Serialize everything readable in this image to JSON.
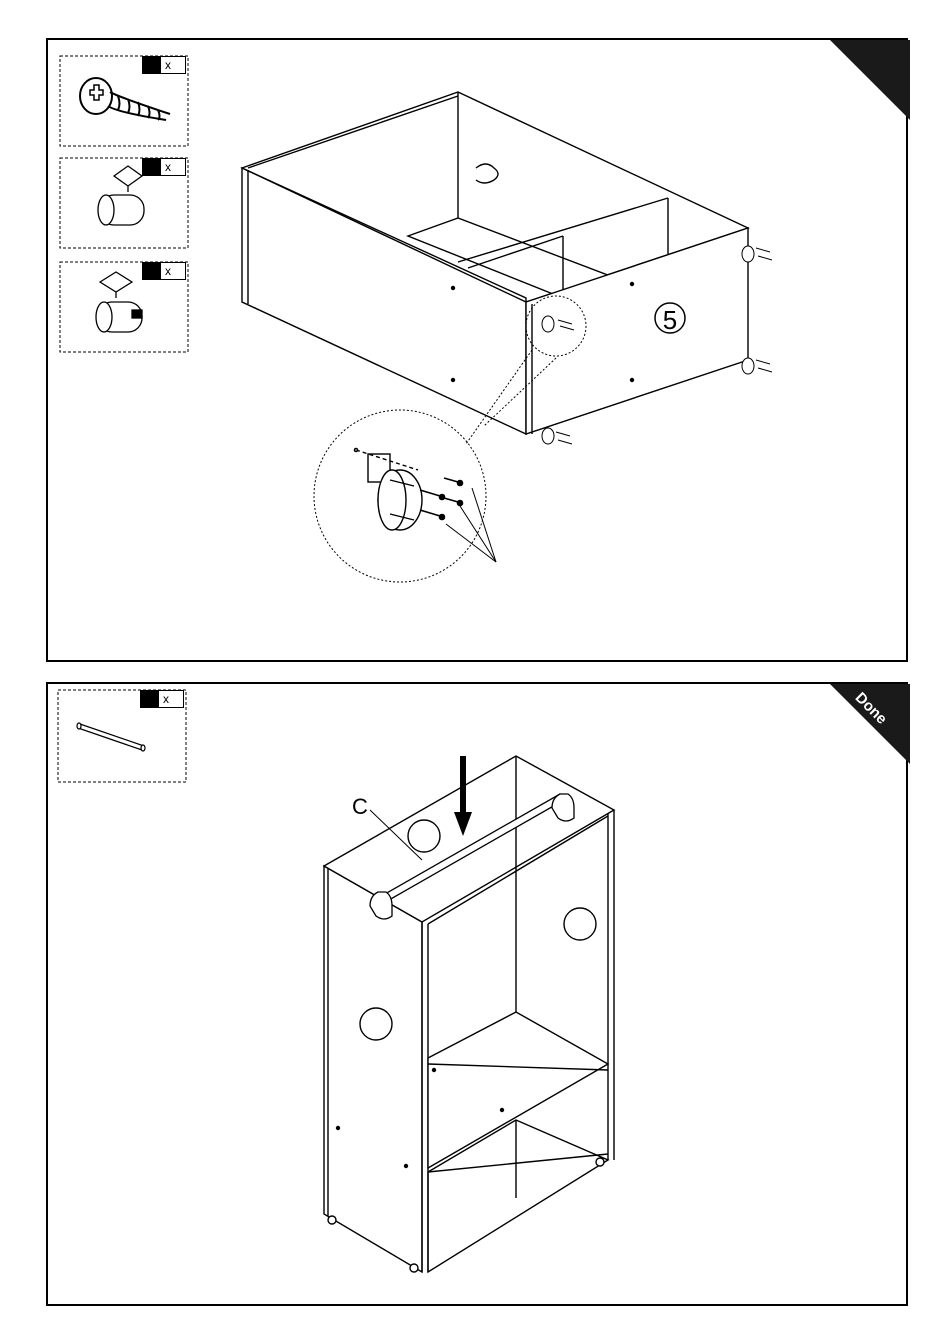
{
  "step1": {
    "parts": [
      {
        "name": "screw",
        "qty_mark": "x"
      },
      {
        "name": "castor-wheel",
        "qty_mark": "x"
      },
      {
        "name": "castor-wheel-with-brake",
        "qty_mark": "x"
      }
    ],
    "part_number": "5"
  },
  "step2": {
    "parts": [
      {
        "name": "hanging-rail",
        "qty_mark": "x"
      }
    ],
    "rail_label": "C",
    "corner_label": "Done"
  }
}
